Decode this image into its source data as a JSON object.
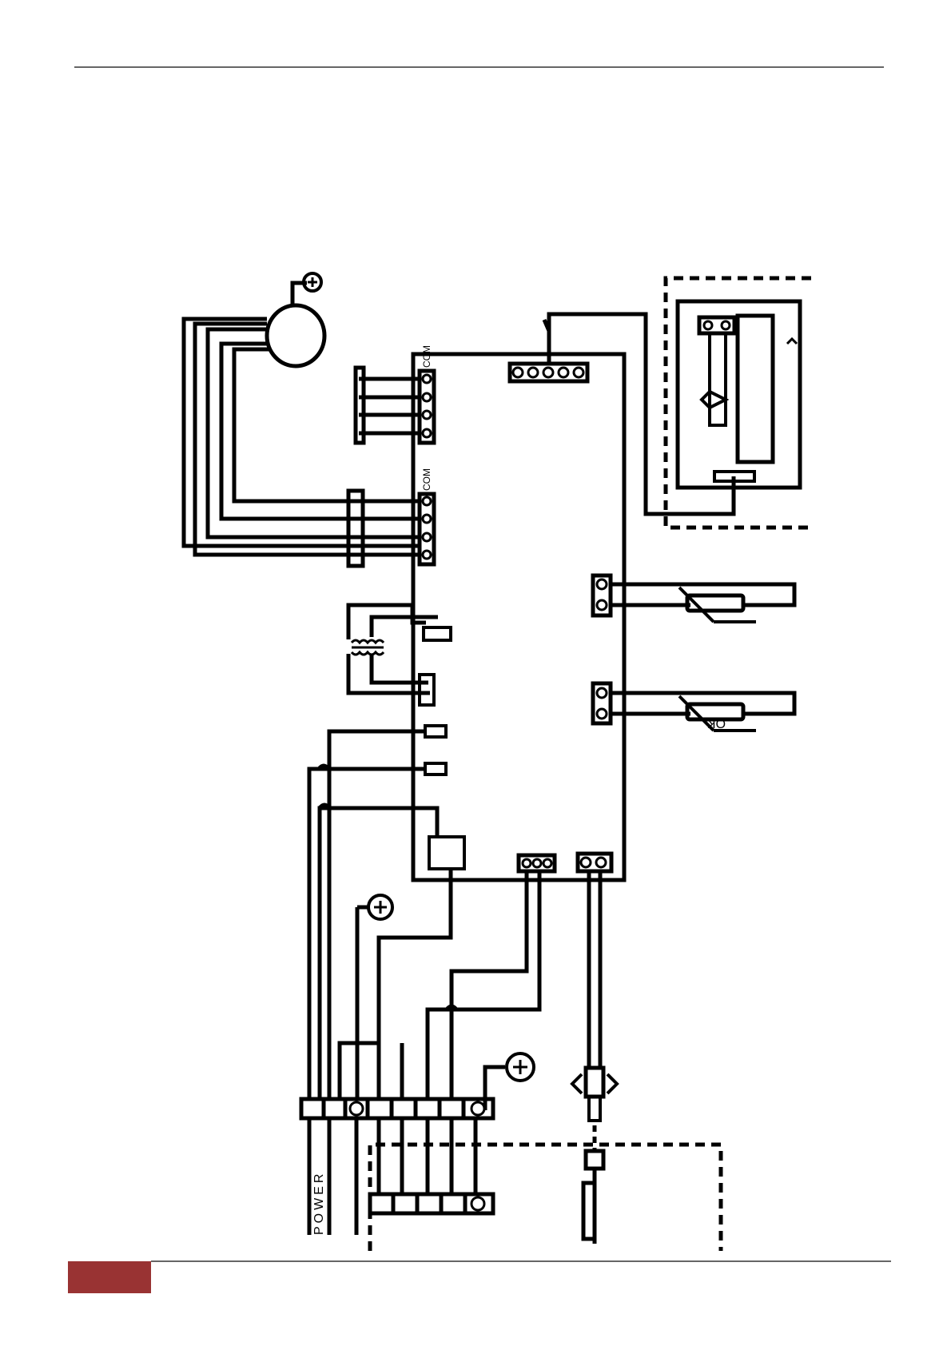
{
  "diagram": {
    "labels": {
      "com_top": "COM",
      "com_bottom": "COM",
      "power": "POWER",
      "ok": "OK"
    }
  },
  "colors": {
    "line": "#000000",
    "footer_accent": "#993333",
    "rule": "#333333"
  }
}
